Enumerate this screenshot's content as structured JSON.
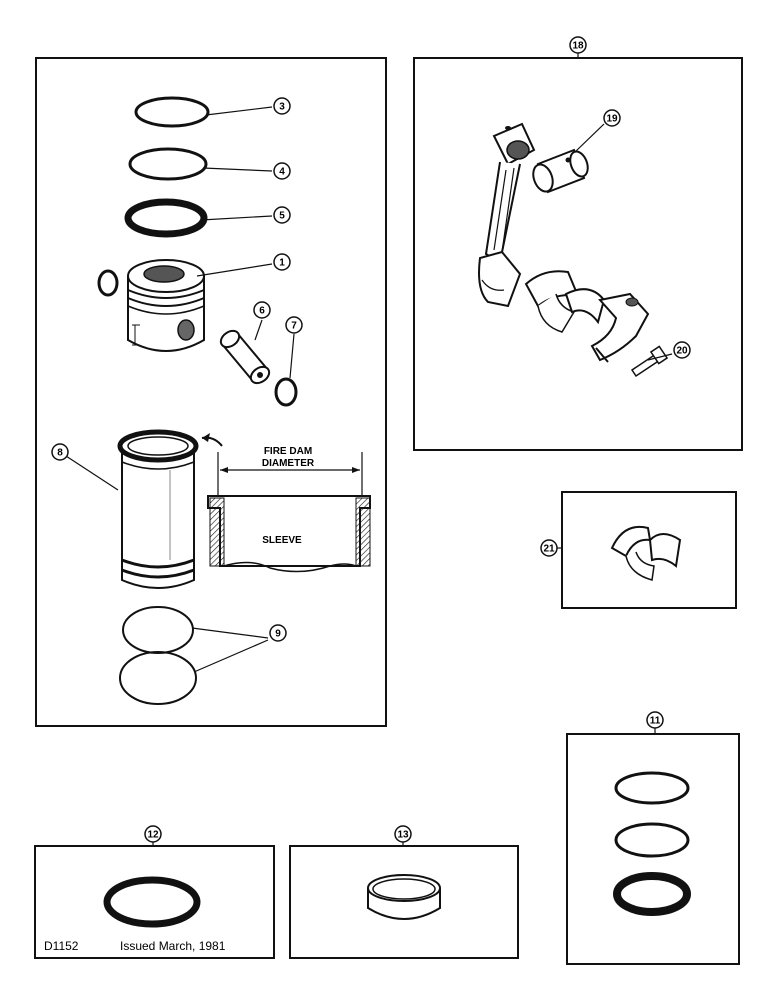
{
  "callouts": {
    "c1": "1",
    "c3": "3",
    "c4": "4",
    "c5": "5",
    "c6": "6",
    "c7": "7",
    "c8": "8",
    "c9": "9",
    "c11": "11",
    "c12": "12",
    "c13": "13",
    "c18": "18",
    "c19": "19",
    "c20": "20",
    "c21": "21"
  },
  "labels": {
    "fire_dam_line1": "FIRE DAM",
    "fire_dam_line2": "DIAMETER",
    "sleeve": "SLEEVE"
  },
  "footer": {
    "code": "D1152",
    "issued": "Issued March, 1981"
  },
  "colors": {
    "ink": "#111111",
    "paper": "#ffffff",
    "shade": "#888888"
  }
}
